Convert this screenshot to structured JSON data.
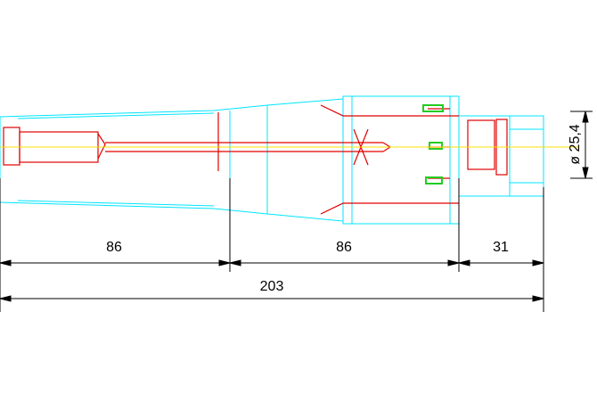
{
  "drawing": {
    "colors": {
      "outline": "#00e5ff",
      "detail": "#e00000",
      "centerline": "#ffe000",
      "accent_green": "#22cc22",
      "dimension": "#000000",
      "background": "#ffffff"
    },
    "dimensions": {
      "seg1": "86",
      "seg2": "86",
      "seg3": "31",
      "total": "203",
      "diameter": "ø 25,4"
    }
  }
}
